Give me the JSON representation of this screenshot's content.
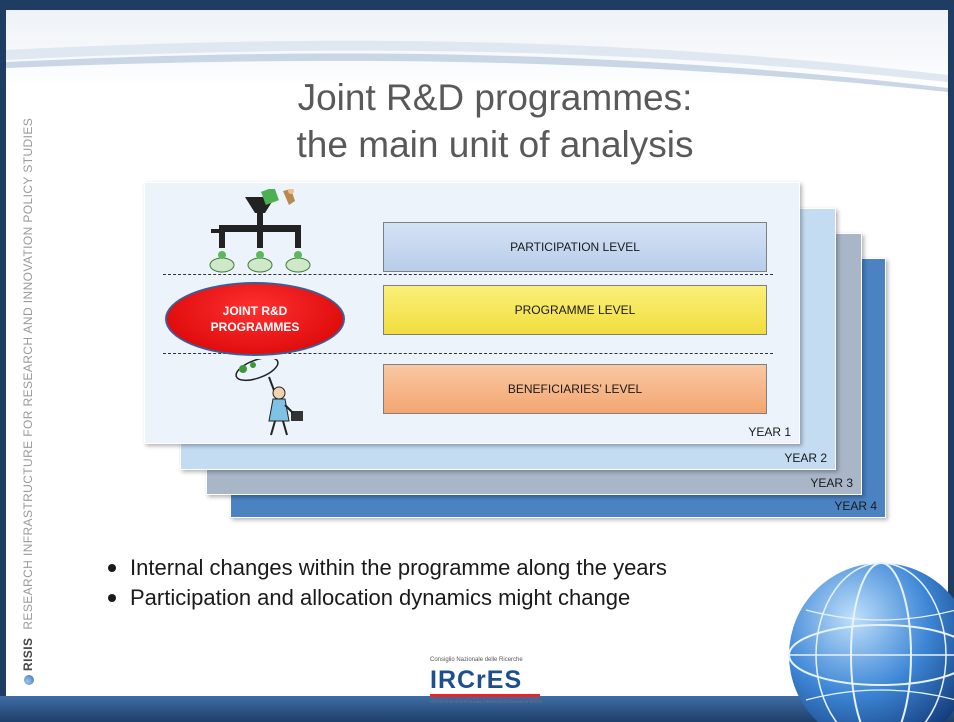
{
  "slide": {
    "title_line1": "Joint R&D programmes:",
    "title_line2": "the main unit of analysis"
  },
  "sidebar": {
    "brand": "RISIS",
    "text": "RESEARCH INFRASTRUCTURE FOR RESEARCH AND INNOVATION POLICY STUDIES"
  },
  "diagram": {
    "levels": {
      "participation": "PARTICIPATION LEVEL",
      "programme": "PROGRAMME LEVEL",
      "beneficiaries": "BENEFICIARIES’ LEVEL"
    },
    "ellipse_line1": "JOINT R&D",
    "ellipse_line2": "PROGRAMMES",
    "years": [
      "YEAR 1",
      "YEAR 2",
      "YEAR 3",
      "YEAR 4"
    ]
  },
  "bullets": [
    "Internal changes within the programme along the years",
    "Participation and allocation dynamics might change"
  ],
  "logo": {
    "top_text": "Consiglio Nazionale delle Ricerche",
    "wordmark": "IRCrES",
    "bottom_text": "ISTITUTO DI RICERCA sulla CRESCITA ECONOMICA SOSTENIBILE"
  },
  "colors": {
    "frame": "#1f3d63",
    "ellipse": "#e00000",
    "year4": "#4a82c2",
    "year3": "#a8b6c8",
    "year2": "#c3dcf2",
    "year1": "#ecf3fa"
  }
}
